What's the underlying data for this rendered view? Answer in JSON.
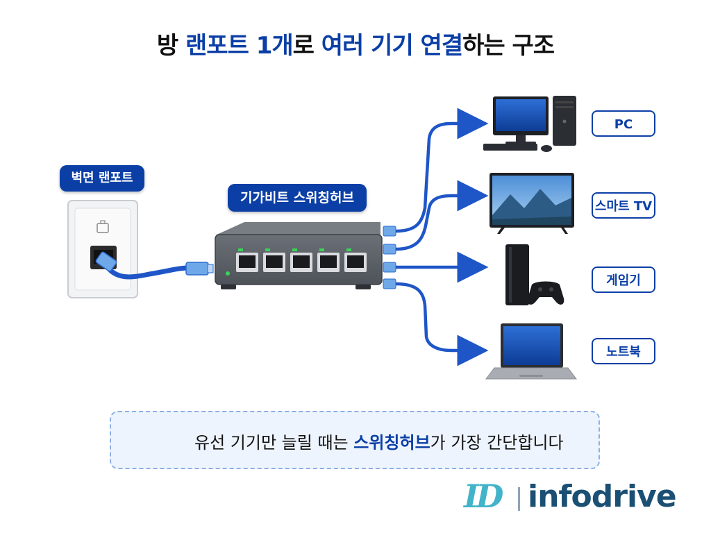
{
  "title": {
    "part1": "방 ",
    "part2": "랜포트 1개",
    "part3": "로 ",
    "part4": "여러 기기 연결",
    "part5": "하는 구조"
  },
  "wall_port": {
    "label": "벽면 랜포트"
  },
  "switch_hub": {
    "label": "기가비트 스위칭허브",
    "port_count": 5
  },
  "devices": [
    {
      "label": "PC"
    },
    {
      "label": "스마트 TV"
    },
    {
      "label": "게임기"
    },
    {
      "label": "노트북"
    }
  ],
  "tip": {
    "text_before": "유선 기기만 늘릴 때는 ",
    "highlight": "스위칭허브",
    "text_after": "가 가장 간단합니다",
    "icon": "lightbulb-icon"
  },
  "logo": {
    "mark": "ID",
    "text": "infodrive"
  },
  "colors": {
    "accent": "#0b3fa6",
    "cable": "#1f56c7",
    "hub": "#4a4f55",
    "logo_teal": "#43b3c9",
    "logo_navy": "#1b4f73"
  }
}
